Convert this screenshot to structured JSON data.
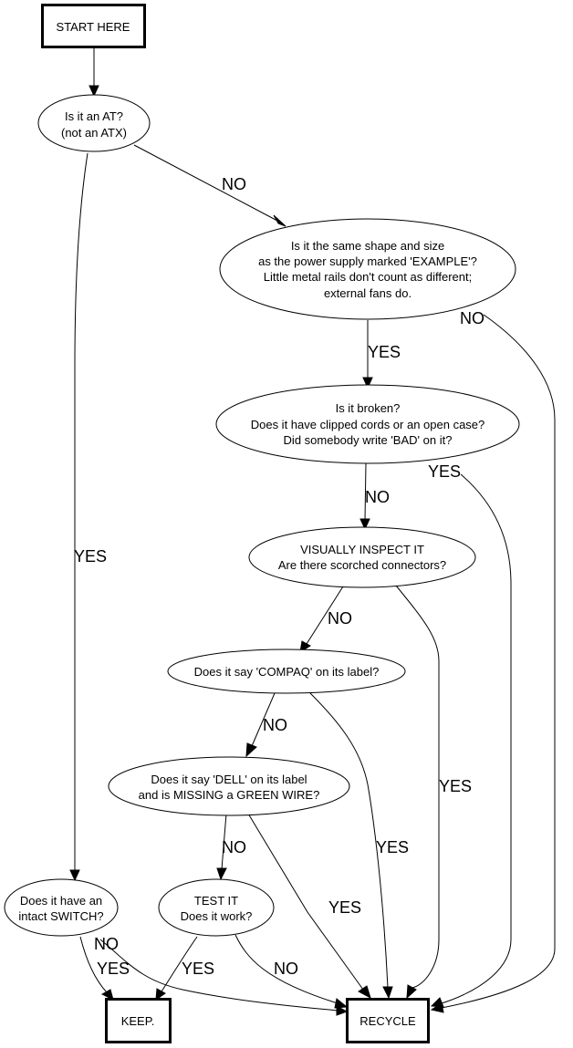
{
  "diagram": {
    "nodes": {
      "start": {
        "shape": "box",
        "lines": [
          "START HERE"
        ]
      },
      "at": {
        "shape": "ellipse",
        "lines": [
          "Is it an AT?",
          "(not an ATX)"
        ]
      },
      "same_shape": {
        "shape": "ellipse",
        "lines": [
          "Is it the same shape and size",
          "as the power supply marked 'EXAMPLE'?",
          "Little metal rails don't count as different;",
          "external fans do."
        ]
      },
      "broken": {
        "shape": "ellipse",
        "lines": [
          "Is it broken?",
          "Does it have clipped cords or an open case?",
          "Did somebody write 'BAD' on it?"
        ]
      },
      "inspect": {
        "shape": "ellipse",
        "lines": [
          "VISUALLY INSPECT IT",
          "Are there scorched connectors?"
        ]
      },
      "compaq": {
        "shape": "ellipse",
        "lines": [
          "Does it say 'COMPAQ' on its label?"
        ]
      },
      "dell": {
        "shape": "ellipse",
        "lines": [
          "Does it say 'DELL' on its label",
          "and is MISSING a GREEN WIRE?"
        ]
      },
      "switch": {
        "shape": "ellipse",
        "lines": [
          "Does it have an",
          "intact SWITCH?"
        ]
      },
      "test": {
        "shape": "ellipse",
        "lines": [
          "TEST IT",
          "Does it work?"
        ]
      },
      "keep": {
        "shape": "box",
        "lines": [
          "KEEP."
        ]
      },
      "recycle": {
        "shape": "box",
        "lines": [
          "RECYCLE"
        ]
      }
    },
    "edges": [
      {
        "from": "start",
        "to": "at",
        "label": ""
      },
      {
        "from": "at",
        "to": "same_shape",
        "label": "NO"
      },
      {
        "from": "at",
        "to": "switch",
        "label": "YES"
      },
      {
        "from": "same_shape",
        "to": "broken",
        "label": "YES"
      },
      {
        "from": "same_shape",
        "to": "recycle",
        "label": "NO"
      },
      {
        "from": "broken",
        "to": "inspect",
        "label": "NO"
      },
      {
        "from": "broken",
        "to": "recycle",
        "label": "YES"
      },
      {
        "from": "inspect",
        "to": "compaq",
        "label": "NO"
      },
      {
        "from": "inspect",
        "to": "recycle",
        "label": "YES"
      },
      {
        "from": "compaq",
        "to": "dell",
        "label": "NO"
      },
      {
        "from": "compaq",
        "to": "recycle",
        "label": "YES"
      },
      {
        "from": "dell",
        "to": "test",
        "label": "NO"
      },
      {
        "from": "dell",
        "to": "recycle",
        "label": "YES"
      },
      {
        "from": "switch",
        "to": "keep",
        "label": "YES"
      },
      {
        "from": "switch",
        "to": "recycle",
        "label": "NO"
      },
      {
        "from": "test",
        "to": "keep",
        "label": "YES"
      },
      {
        "from": "test",
        "to": "recycle",
        "label": "NO"
      }
    ]
  }
}
